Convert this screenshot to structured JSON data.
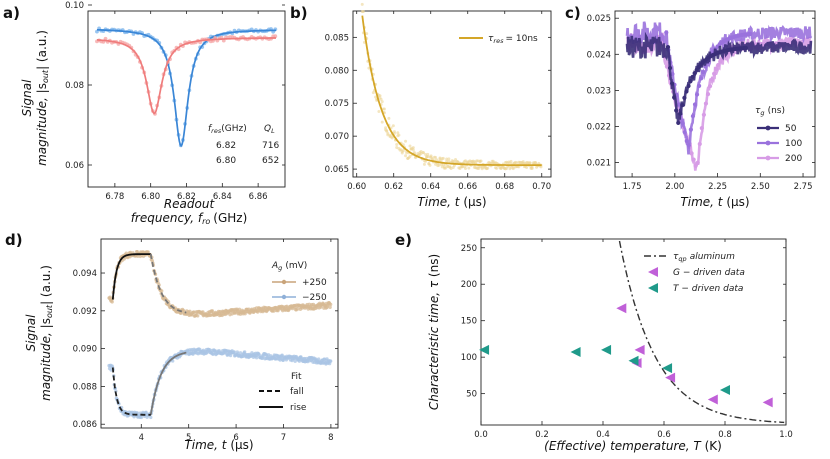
{
  "chart_data": [
    {
      "panel": "a)",
      "type": "line",
      "xlabel_line1": "Readout",
      "xlabel_line2_text": "frequency,",
      "xlabel_line2_symbol": "f",
      "xlabel_line2_sub": "ro",
      "xlabel_line2_unit": "(GHz)",
      "ylabel_line1": "Signal",
      "ylabel_line2_text": "magnitude,",
      "ylabel_line2_rest": "|s",
      "ylabel_line2_sub": "out",
      "ylabel_line2_unit": "| (a.u.)",
      "xlim": [
        6.765,
        6.875
      ],
      "ylim": [
        0.0545,
        0.0985
      ],
      "xticks": [
        "6.78",
        "6.80",
        "6.82",
        "6.84",
        "6.86"
      ],
      "xtick_values": [
        6.78,
        6.8,
        6.82,
        6.84,
        6.86
      ],
      "yticks": [
        "0.06",
        "0.08",
        "0.10"
      ],
      "ytick_values": [
        0.06,
        0.08,
        0.1
      ],
      "table_header_f": "f",
      "table_header_f_sub": "res",
      "table_header_f_unit": "(GHz)",
      "table_header_Q": "Q",
      "table_header_Q_sub": "L",
      "table_rows": [
        {
          "f": "6.82",
          "Q": "716",
          "color": "#4a90d9"
        },
        {
          "f": "6.80",
          "Q": "652",
          "color": "#f08080"
        }
      ],
      "series": [
        {
          "color": "#3a86d6",
          "dot_color": "#7fb6ec",
          "f0": 6.817,
          "Q": 716,
          "min": 0.0648,
          "base": 0.094,
          "slope": -2e-05
        },
        {
          "color": "#ef7c7c",
          "dot_color": "#f5a7a7",
          "f0": 6.802,
          "Q": 652,
          "min": 0.0729,
          "base": 0.0918,
          "slope": 1e-05
        }
      ]
    },
    {
      "panel": "b)",
      "type": "line",
      "xlabel_text": "Time,",
      "xlabel_symbol": "t",
      "xlabel_unit": "(μs)",
      "xlim": [
        0.598,
        0.705
      ],
      "ylim": [
        0.0638,
        0.089
      ],
      "xticks": [
        "0.60",
        "0.62",
        "0.64",
        "0.66",
        "0.68",
        "0.70"
      ],
      "xtick_values": [
        0.6,
        0.62,
        0.64,
        0.66,
        0.68,
        0.7
      ],
      "yticks": [
        "0.065",
        "0.070",
        "0.075",
        "0.080",
        "0.085"
      ],
      "ytick_values": [
        0.065,
        0.07,
        0.075,
        0.08,
        0.085
      ],
      "legend_symbol": "τ",
      "legend_sub": "res",
      "legend_value": "= 10ns",
      "color": "#d4a628",
      "dot_color": "#ecd598",
      "fit": {
        "t0": 0.603,
        "t_end": 0.7,
        "amp": 0.0227,
        "tau_us": 0.0105,
        "floor": 0.0656
      }
    },
    {
      "panel": "c)",
      "type": "line",
      "xlabel_text": "Time,",
      "xlabel_symbol": "t",
      "xlabel_unit": "(μs)",
      "xlim": [
        1.65,
        2.82
      ],
      "ylim": [
        0.0206,
        0.0252
      ],
      "xticks": [
        "1.75",
        "2.00",
        "2.25",
        "2.50",
        "2.75"
      ],
      "xtick_values": [
        1.75,
        2.0,
        2.25,
        2.5,
        2.75
      ],
      "yticks": [
        "0.021",
        "0.022",
        "0.023",
        "0.024",
        "0.025"
      ],
      "ytick_values": [
        0.021,
        0.022,
        0.023,
        0.024,
        0.025
      ],
      "legend_title_symbol": "τ",
      "legend_title_sub": "g",
      "legend_title_unit": "(ns)",
      "series": [
        {
          "name": "50",
          "color": "#3a2f78",
          "base": 0.0242,
          "min": 0.0221,
          "t_fall": 1.96,
          "t_min": 2.02,
          "t_rise_end": 2.42,
          "tau": 0.09
        },
        {
          "name": "100",
          "color": "#9a72dd",
          "base": 0.0246,
          "min": 0.0214,
          "t_fall": 1.95,
          "t_min": 2.08,
          "t_rise_end": 2.45,
          "tau": 0.08
        },
        {
          "name": "200",
          "color": "#d79ce6",
          "base": 0.0243,
          "min": 0.0208,
          "t_fall": 1.93,
          "t_min": 2.13,
          "t_rise_end": 2.6,
          "tau": 0.07
        }
      ]
    },
    {
      "panel": "d)",
      "type": "line",
      "xlabel_text": "Time,",
      "xlabel_symbol": "t",
      "xlabel_unit": "(μs)",
      "ylabel_line1": "Signal",
      "ylabel_line2_text": "magnitude,",
      "ylabel_line2_rest": "|s",
      "ylabel_line2_sub": "out",
      "ylabel_line2_unit": "| (a.u.)",
      "xlim": [
        3.15,
        8.15
      ],
      "ylim": [
        0.0858,
        0.0958
      ],
      "xticks": [
        "4",
        "5",
        "6",
        "7",
        "8"
      ],
      "xtick_values": [
        4,
        5,
        6,
        7,
        8
      ],
      "yticks": [
        "0.086",
        "0.088",
        "0.090",
        "0.092",
        "0.094"
      ],
      "ytick_values": [
        0.086,
        0.088,
        0.09,
        0.092,
        0.094
      ],
      "legend_title_symbol": "A",
      "legend_title_sub": "g",
      "legend_title_unit": "(mV)",
      "fit_legend_title": "Fit",
      "fit_legend_fall": "fall",
      "fit_legend_rise": "rise",
      "series": [
        {
          "name": "+250",
          "color": "#c9a47a",
          "dot_color": "#d7b994",
          "start": 0.0926,
          "plateau": 0.095,
          "t_on": 3.4,
          "t_off": 4.2,
          "settle": 0.0918,
          "end": 0.0923
        },
        {
          "name": "−250",
          "color": "#8fb0d8",
          "dot_color": "#a9c4e4",
          "start": 0.089,
          "plateau": 0.0865,
          "t_on": 3.4,
          "t_off": 4.2,
          "settle": 0.0899,
          "end": 0.0893
        }
      ]
    },
    {
      "panel": "e)",
      "type": "scatter",
      "xlabel_text": "(Effective) temperature,",
      "xlabel_symbol": "T",
      "xlabel_unit": "(K)",
      "ylabel_text": "Characteristic time,",
      "ylabel_symbol": "τ",
      "ylabel_unit": "(ns)",
      "xlim": [
        0.0,
        1.0
      ],
      "ylim": [
        7,
        262
      ],
      "xticks": [
        "0.0",
        "0.2",
        "0.4",
        "0.6",
        "0.8",
        "1.0"
      ],
      "xtick_values": [
        0.0,
        0.2,
        0.4,
        0.6,
        0.8,
        1.0
      ],
      "yticks": [
        "50",
        "100",
        "150",
        "200",
        "250"
      ],
      "ytick_values": [
        50,
        100,
        150,
        200,
        250
      ],
      "legend": [
        {
          "symbol": "τ",
          "sub": "qp",
          "text": "aluminum",
          "kind": "line"
        },
        {
          "text": "G − driven data",
          "kind": "marker",
          "color": "#c060d8"
        },
        {
          "text": "T − driven data",
          "kind": "marker",
          "color": "#1f9a8a"
        }
      ],
      "curve": {
        "T0": 0.45,
        "A": 260,
        "decay": 8.5,
        "floor": 8
      },
      "G_points": {
        "color": "#c060d8",
        "x": [
          0.46,
          0.52,
          0.51,
          0.62,
          0.76,
          0.94
        ],
        "y": [
          167,
          110,
          92,
          72,
          42,
          38
        ]
      },
      "T_points": {
        "color": "#1f9a8a",
        "x": [
          0.01,
          0.31,
          0.41,
          0.5,
          0.61,
          0.8
        ],
        "y": [
          110,
          107,
          110,
          95,
          85,
          55
        ]
      }
    }
  ]
}
